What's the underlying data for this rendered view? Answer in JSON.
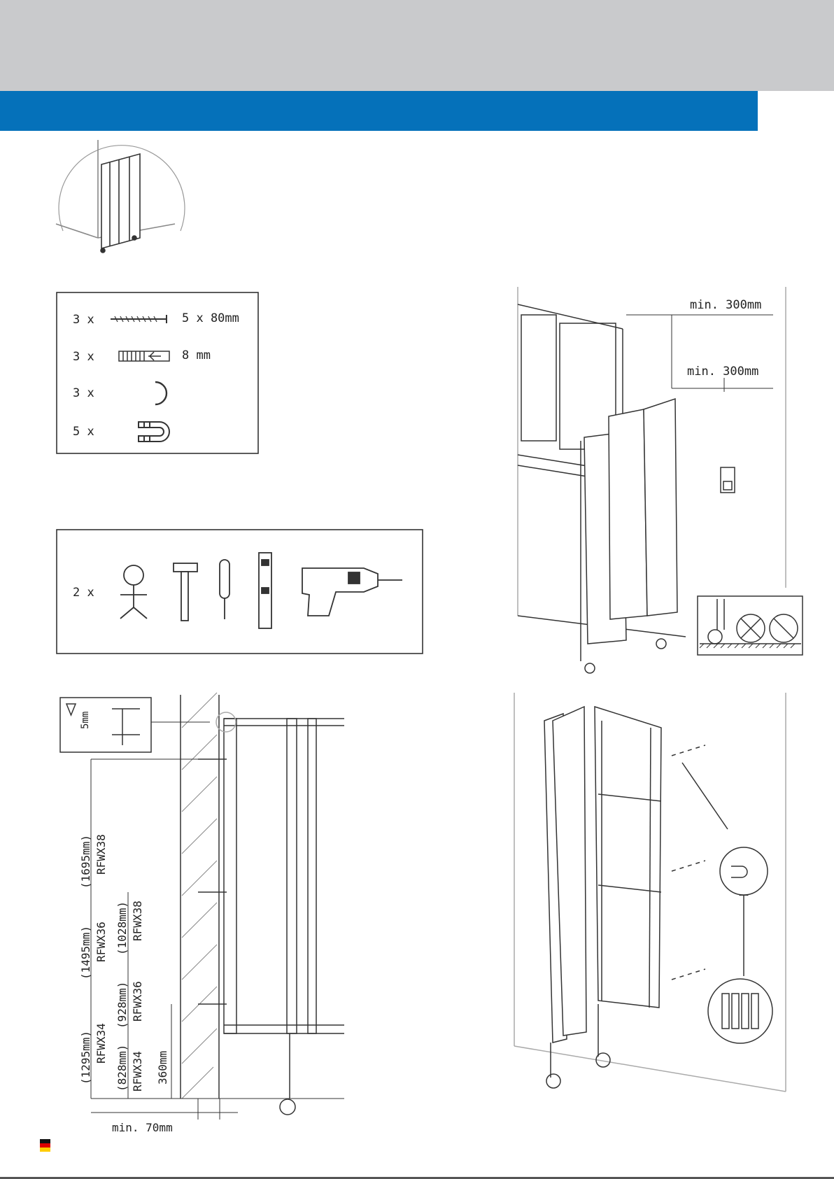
{
  "parts": {
    "screws": {
      "qty": "3  x",
      "size": "5  x  80mm"
    },
    "dowels": {
      "qty": "3  x",
      "size": "8  mm"
    },
    "clips": {
      "qty": "3  x"
    },
    "magnets": {
      "qty": "5  x"
    }
  },
  "tools": {
    "people_qty": "2  x"
  },
  "install_view": {
    "gap_top": "min. 300mm",
    "gap_socket": "min. 300mm"
  },
  "dims": {
    "top_gap": "5mm",
    "h1": "(1695mm)",
    "m1": "RFWX38",
    "h2": "(1495mm)",
    "m2": "RFWX36",
    "h3": "(1295mm)",
    "m3": "RFWX34",
    "h4": "(1028mm)",
    "m4": "RFWX38",
    "h5": "(928mm)",
    "m5": "RFWX36",
    "h6": "(828mm)",
    "m6": "RFWX34",
    "bottom": "360mm",
    "wall": "min. 70mm"
  },
  "colors": {
    "header_grey": "#c9cacc",
    "header_blue": "#0571ba"
  },
  "icons": [
    "german-flag-icon"
  ]
}
